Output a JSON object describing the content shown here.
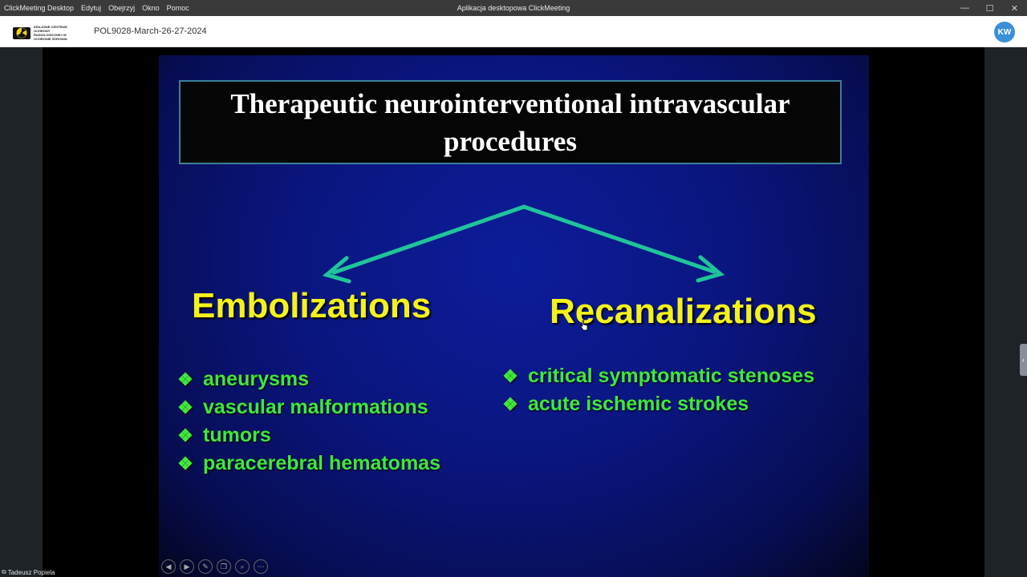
{
  "window": {
    "menu": [
      "ClickMeeting Desktop",
      "Edytuj",
      "Obejrzyj",
      "Okno",
      "Pomoc"
    ],
    "title": "Aplikacja desktopowa ClickMeeting",
    "controls": {
      "minimize": "—",
      "maximize": "☐",
      "close": "✕"
    }
  },
  "header": {
    "logo_text": "KRAJOWE CENTRUM OCHRONY RADIOLOGICZNEJ W OCHRONIE ZDROWIA",
    "meeting_name": "POL9028-March-26-27-2024",
    "avatar_initials": "KW"
  },
  "slide": {
    "title": "Therapeutic neurointerventional intravascular procedures",
    "left_heading": "Embolizations",
    "right_heading": "Recanalizations",
    "bullet_glyph": "❖",
    "left_items": [
      "aneurysms",
      "vascular malformations",
      "tumors",
      "paracerebral hematomas"
    ],
    "right_items": [
      "critical symptomatic stenoses",
      "acute ischemic strokes"
    ],
    "colors": {
      "heading": "#f3f31b",
      "items": "#3fe83b",
      "arrows": "#1fc49a",
      "background": "#0a157e"
    }
  },
  "toolbar": {
    "icons": [
      "prev-slide-icon",
      "next-slide-icon",
      "pen-icon",
      "copy-icon",
      "zoom-icon",
      "more-icon"
    ],
    "glyphs": [
      "◀",
      "▶",
      "✎",
      "❐",
      "⌕",
      "⋯"
    ]
  },
  "presenter": {
    "name": "Tadeusz Popiela"
  },
  "side_tab": {
    "glyph": "‹"
  }
}
